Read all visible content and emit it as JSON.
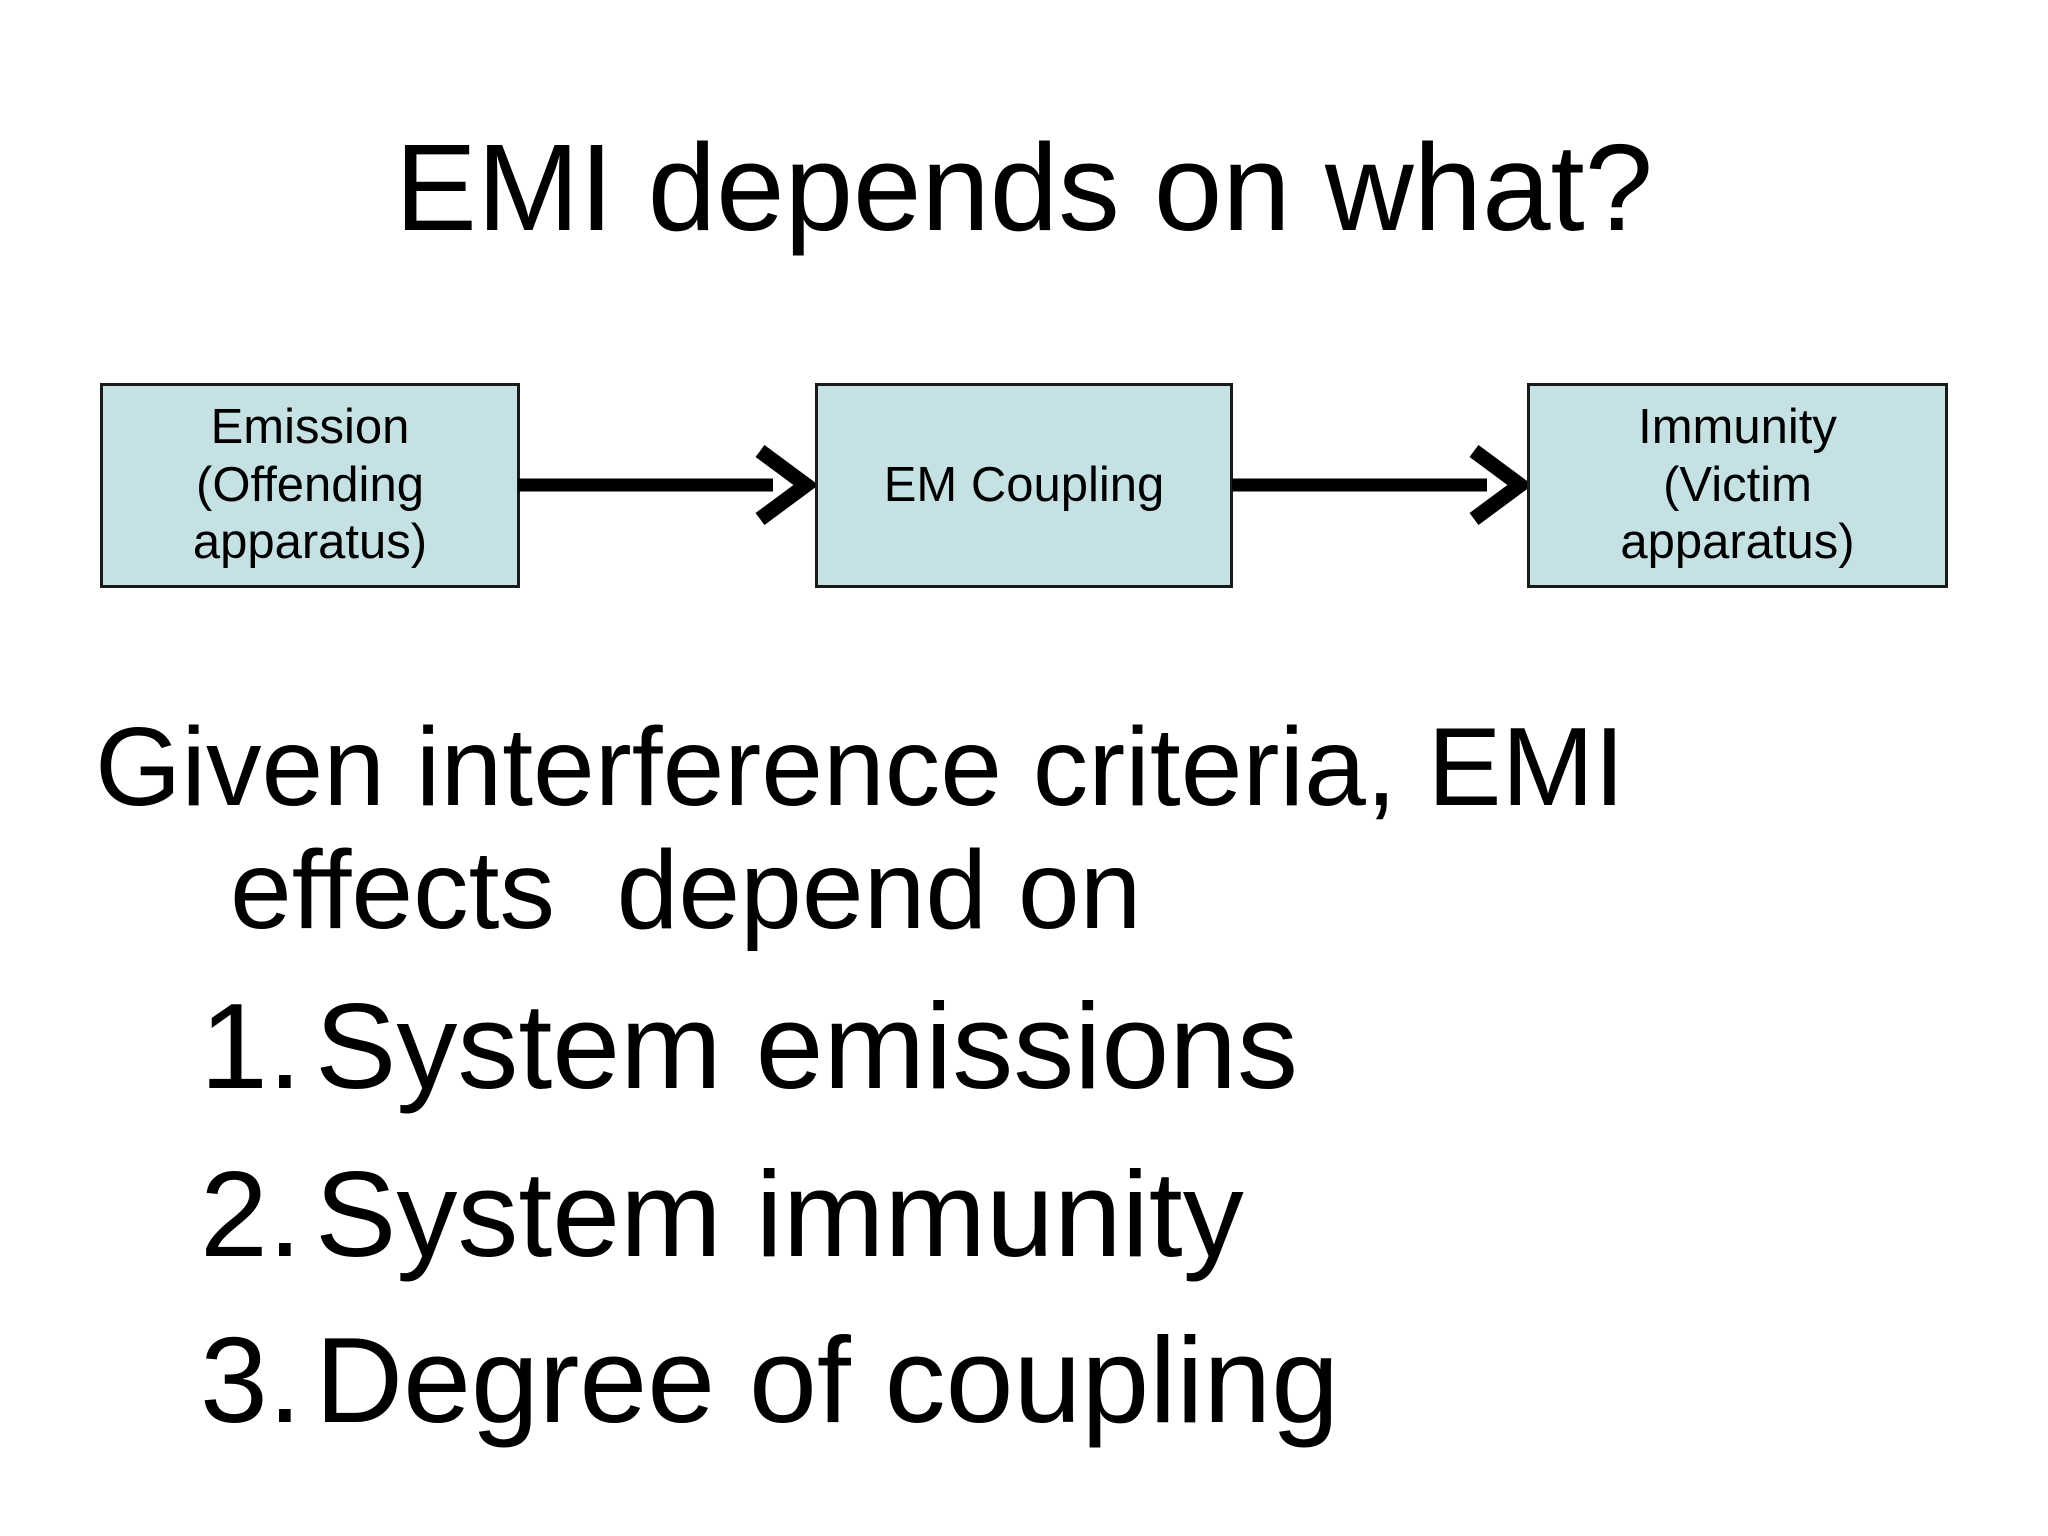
{
  "slide": {
    "title": "EMI depends on what?",
    "diagram": {
      "box_fill": "#c5e1e4",
      "box_border": "#1a1a1a",
      "arrow_color": "#000000",
      "boxes": [
        {
          "id": "emission",
          "lines": [
            "Emission",
            "(Offending",
            "apparatus)"
          ]
        },
        {
          "id": "coupling",
          "lines": [
            "EM Coupling"
          ]
        },
        {
          "id": "immunity",
          "lines": [
            "Immunity",
            "(Victim",
            "apparatus)"
          ]
        }
      ]
    },
    "body": {
      "line1": "Given interference criteria, EMI",
      "line2": "effects  depend on"
    },
    "list": [
      {
        "number": "1.",
        "text": "System emissions"
      },
      {
        "number": "2.",
        "text": "System immunity"
      },
      {
        "number": "3.",
        "text": "Degree of coupling"
      }
    ]
  }
}
